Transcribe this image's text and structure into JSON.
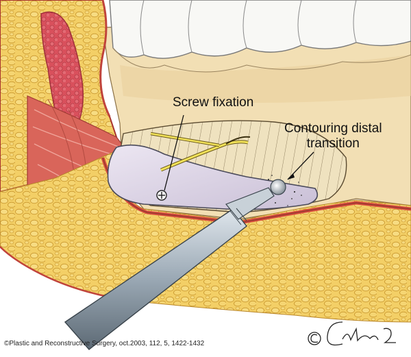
{
  "labels": {
    "screw_fixation": "Screw fixation",
    "contouring_line1": "Contouring distal",
    "contouring_line2": "transition"
  },
  "copyright": "©Plastic and Reconstructive Surgery, oct.2003, 112, 5, 1422-1432",
  "colors": {
    "fat": "#f0c75a",
    "fat_outline": "#c9962c",
    "muscle": "#d9655a",
    "gland": "#d94f5a",
    "bone": "#f4e4c2",
    "implant": "#dcd3e6",
    "nerve": "#f2e25a",
    "instrument": "#9aa8b4",
    "teeth": "#f7f7f4"
  },
  "icons": {
    "screw": "screw-icon",
    "burr": "burr-tip-icon",
    "signature": "artist-signature-icon"
  }
}
